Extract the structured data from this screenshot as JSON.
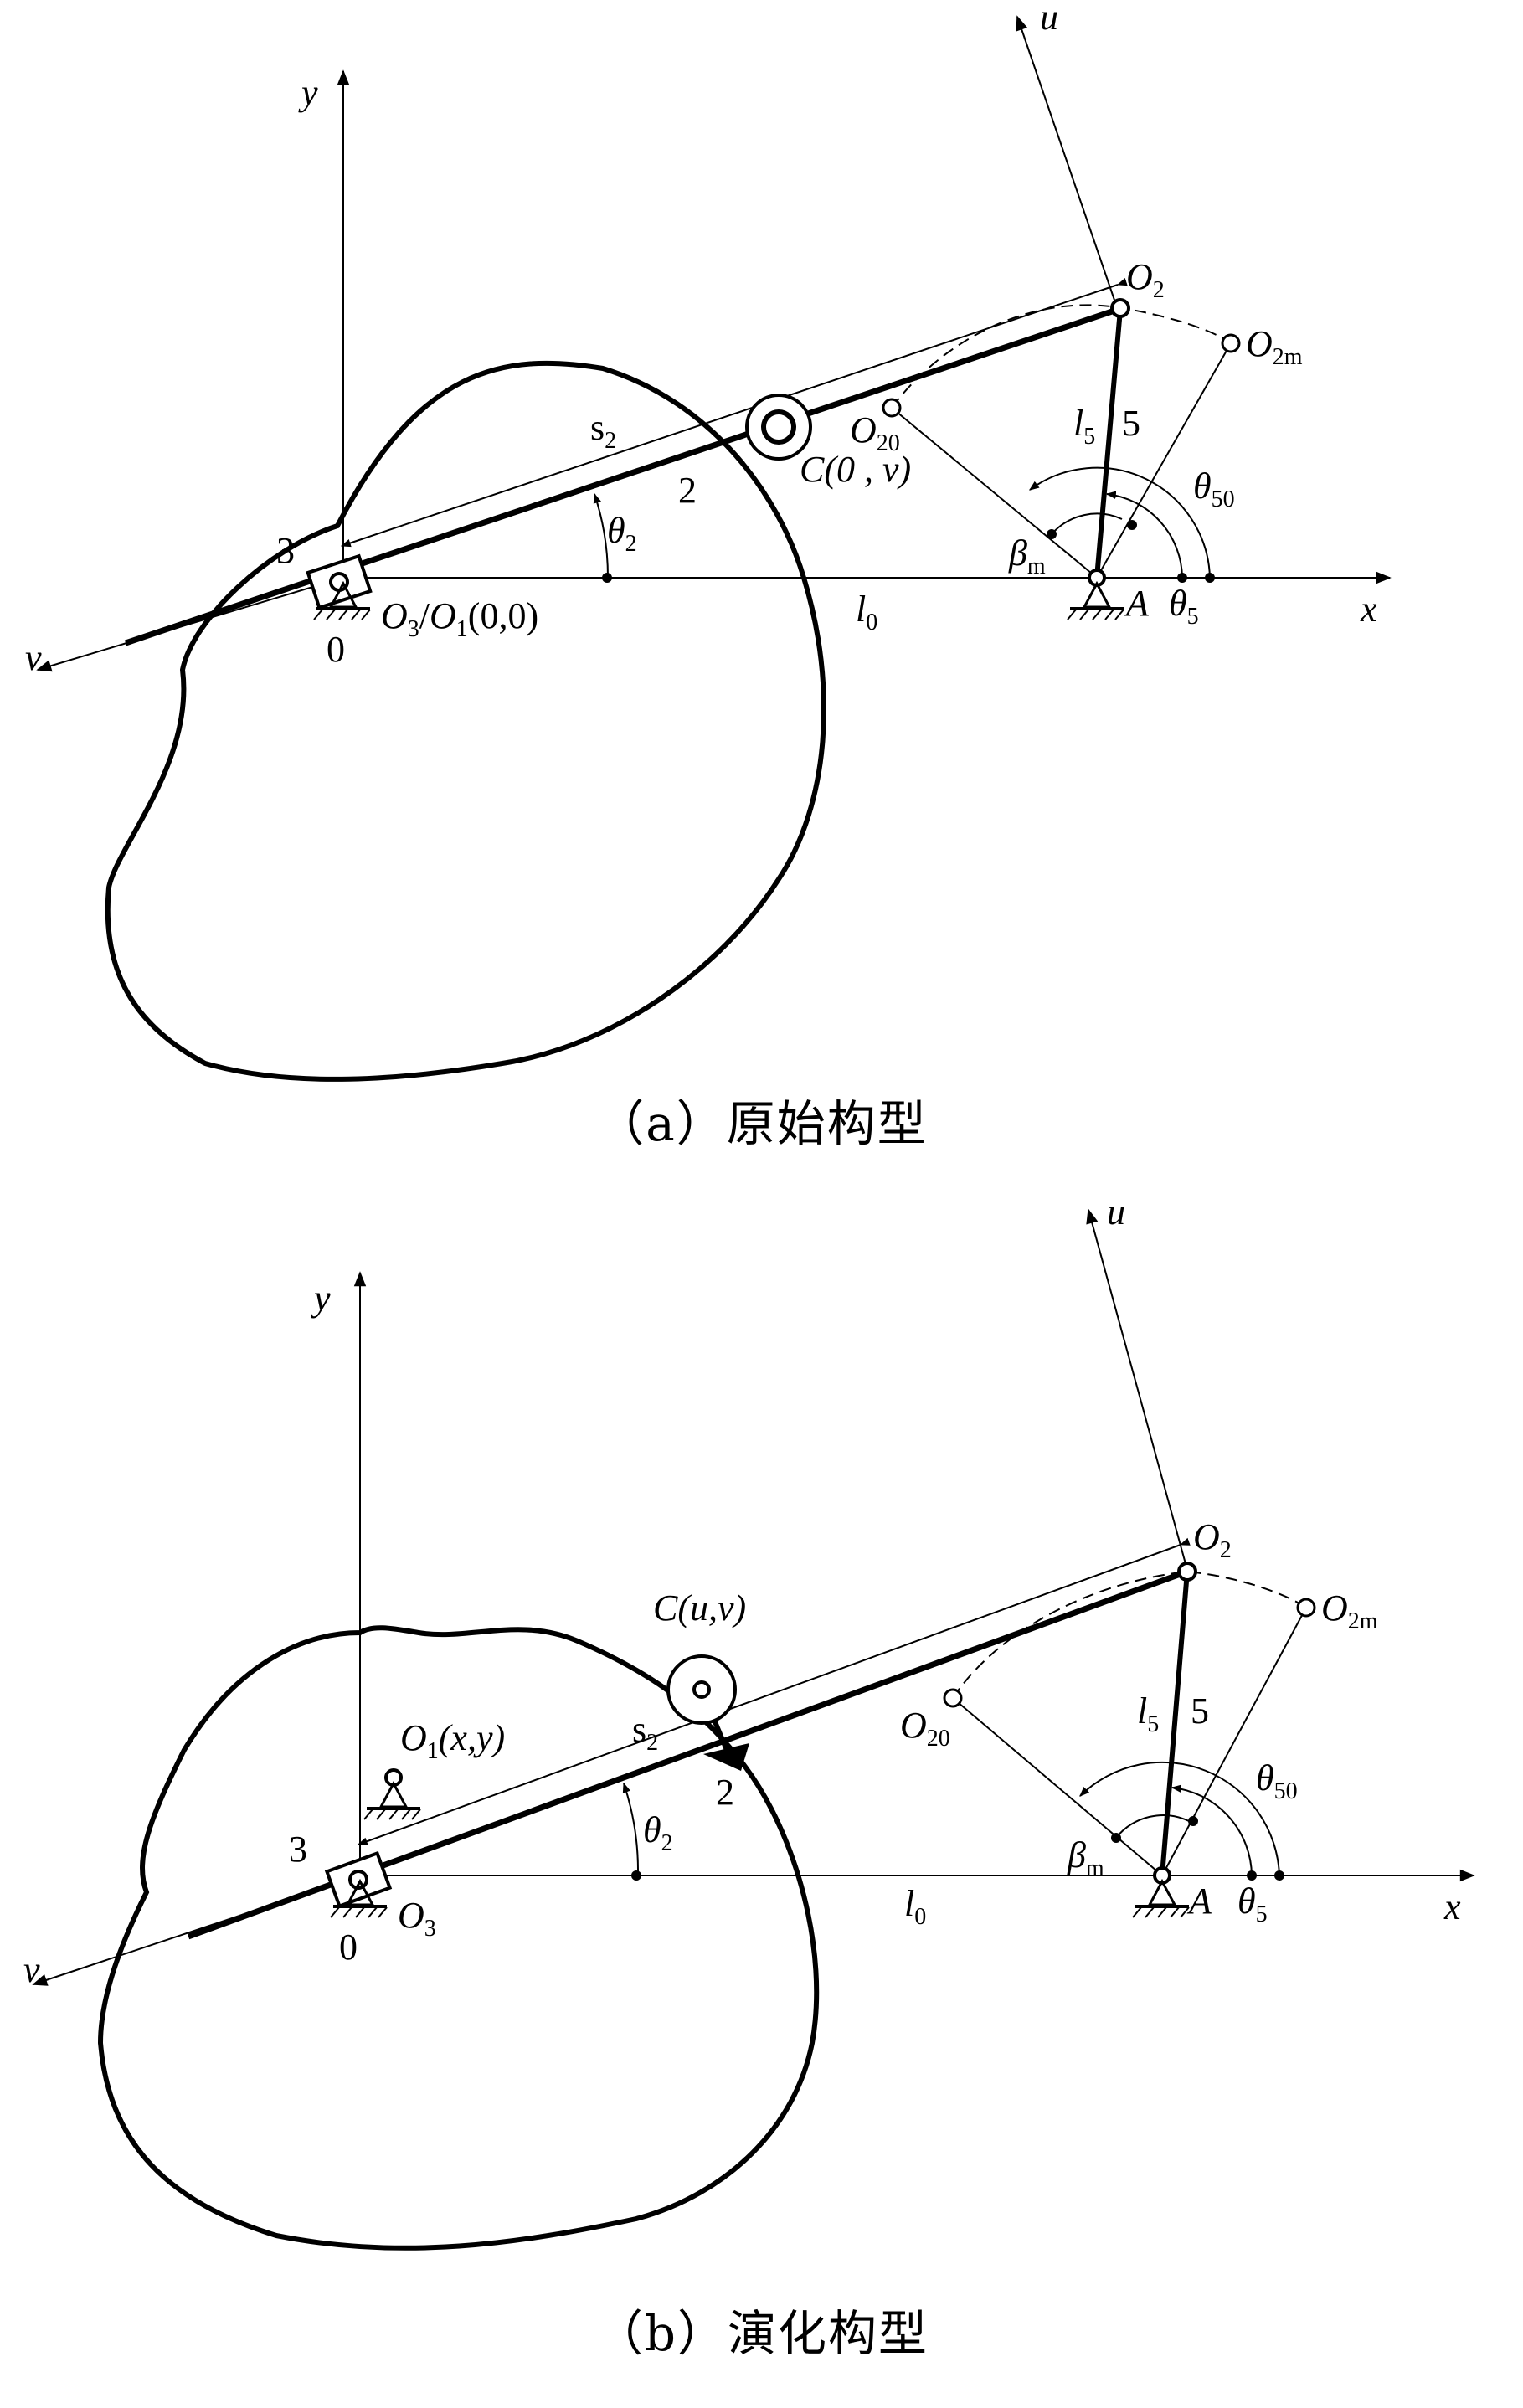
{
  "panel_a": {
    "caption": "（a）原始构型",
    "labels": {
      "y_axis": "y",
      "x_axis": "x",
      "u_axis": "u",
      "v_axis": "v",
      "o2": "O",
      "o2_sub": "2",
      "o2m": "O",
      "o2m_sub": "2m",
      "o20": "O",
      "o20_sub": "20",
      "s2": "s",
      "s2_sub": "2",
      "link2": "2",
      "link3": "3",
      "link5": "5",
      "l5": "l",
      "l5_sub": "5",
      "theta50": "θ",
      "theta50_sub": "50",
      "theta2": "θ",
      "theta2_sub": "2",
      "theta5": "θ",
      "theta5_sub": "5",
      "beta_m": "β",
      "beta_m_sub": "m",
      "point_a": "A",
      "l0": "l",
      "l0_sub": "0",
      "ground_0": "0",
      "c_point": "C(0 , v)",
      "o3_o1": "O",
      "o3_sub": "3",
      "slash": "/",
      "o1": "O",
      "o1_sub": "1",
      "o1_coord": "(0,0)"
    }
  },
  "panel_b": {
    "caption": "（b）演化构型",
    "labels": {
      "y_axis": "y",
      "x_axis": "x",
      "u_axis": "u",
      "v_axis": "v",
      "o2": "O",
      "o2_sub": "2",
      "o2m": "O",
      "o2m_sub": "2m",
      "o20": "O",
      "o20_sub": "20",
      "s2": "s",
      "s2_sub": "2",
      "link2": "2",
      "link3": "3",
      "link5": "5",
      "l5": "l",
      "l5_sub": "5",
      "theta50": "θ",
      "theta50_sub": "50",
      "theta2": "θ",
      "theta2_sub": "2",
      "theta5": "θ",
      "theta5_sub": "5",
      "beta_m": "β",
      "beta_m_sub": "m",
      "point_a": "A",
      "l0": "l",
      "l0_sub": "0",
      "ground_0": "0",
      "c_point": "C(u,v)",
      "o1": "O",
      "o1_sub": "1",
      "o1_coord": "(x,y)",
      "o3": "O",
      "o3_sub": "3"
    }
  }
}
